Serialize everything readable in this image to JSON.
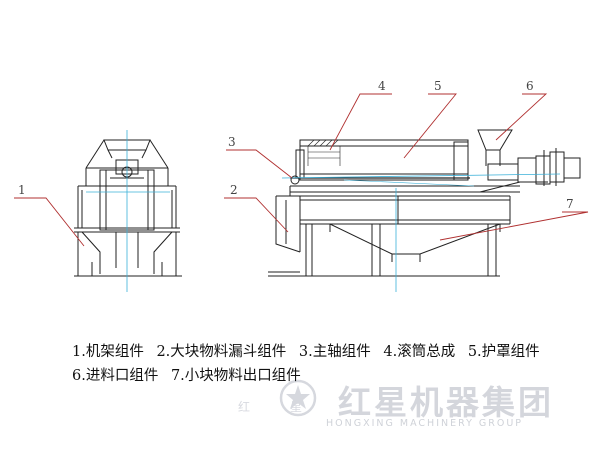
{
  "callouts": [
    {
      "num": "1",
      "label": "机架组件"
    },
    {
      "num": "2",
      "label": "大块物料漏斗组件"
    },
    {
      "num": "3",
      "label": "主轴组件"
    },
    {
      "num": "4",
      "label": "滚筒总成"
    },
    {
      "num": "5",
      "label": "护罩组件"
    },
    {
      "num": "6",
      "label": "进料口组件"
    },
    {
      "num": "7",
      "label": "小块物料出口组件"
    }
  ],
  "legend": {
    "row1": [
      "1.机架组件",
      "2.大块物料漏斗组件",
      "3.主轴组件",
      "4.滚筒总成",
      "5.护罩组件"
    ],
    "row2": [
      "6.进料口组件",
      "7.小块物料出口组件"
    ]
  },
  "watermark": {
    "brand": "红星机器集团",
    "sub": "HONGXING MACHINERY GROUP",
    "left": "红星"
  },
  "colors": {
    "line": "#222222",
    "callout": "#b03030",
    "centerline": "#3ab0d8"
  }
}
